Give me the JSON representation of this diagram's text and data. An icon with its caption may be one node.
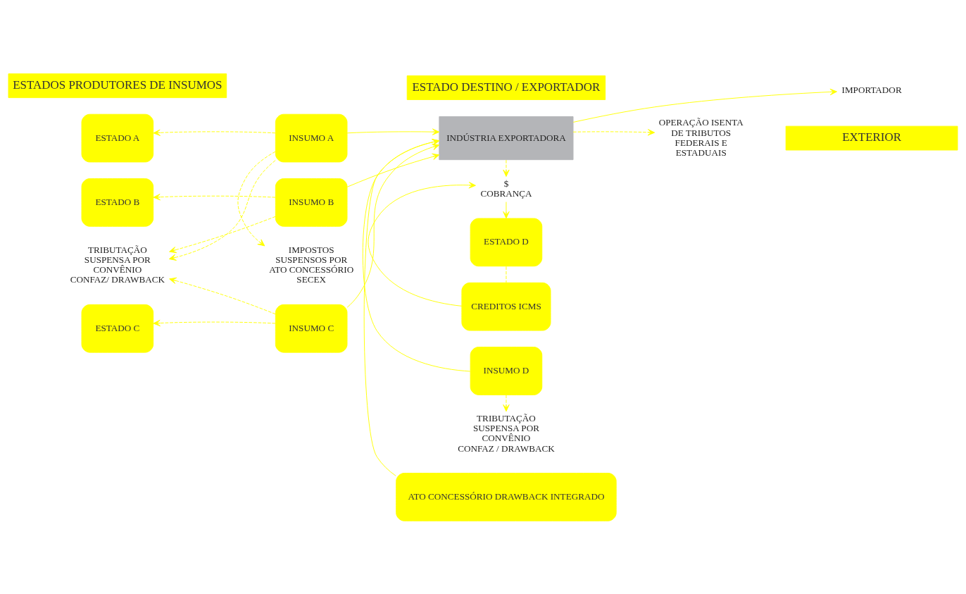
{
  "diagram": {
    "nodes": [
      {
        "text": [
          "ESTADOS PRODUTORES DE INSUMOS"
        ]
      },
      {
        "text": [
          "ESTADO DESTINO / EXPORTADOR"
        ]
      },
      {
        "text": [
          "EXTERIOR"
        ]
      },
      {
        "text": [
          "ESTADO A"
        ]
      },
      {
        "text": [
          "INSUMO A"
        ]
      },
      {
        "text": [
          "ESTADO D"
        ]
      },
      {
        "text": [
          "$",
          "COBRANÇA"
        ]
      },
      {
        "text": [
          "CREDITOS ICMS"
        ]
      },
      {
        "text": [
          "ESTADO B"
        ]
      },
      {
        "text": [
          "INSUMO B"
        ]
      },
      {
        "text": [
          "INDÚSTRIA EXPORTADORA"
        ]
      },
      {
        "text": [
          "IMPORTADOR"
        ]
      },
      {
        "text": [
          "ESTADO C"
        ]
      },
      {
        "text": [
          "INSUMO C"
        ]
      },
      {
        "text": [
          "INSUMO D"
        ]
      },
      {
        "text": [
          "ATO CONCESSÓRIO DRAWBACK INTEGRADO"
        ]
      },
      {
        "text": [
          "TRIBUTAÇÃO SUSPENSA POR CONVÊNIO CONFAZ/ DRAWBACK"
        ]
      },
      {
        "text": [
          "IMPOSTOS SUSPENSOS POR ATO CONCESSÓRIO SECEX"
        ]
      },
      {
        "text": [
          "TRIBUTAÇÃO SUSPENSA POR CONVÊNIO CONFAZ / DRAWBACK"
        ]
      },
      {
        "text": [
          "OPERAÇÃO ISENTA DE TRIBUTOS FEDERAIS E ESTADUAIS"
        ]
      }
    ],
    "edges": [
      {
        "from": 4,
        "to": 3,
        "arrow": "to",
        "style": "dashed"
      },
      {
        "from": 9,
        "to": 8,
        "arrow": "to",
        "style": "dashed"
      },
      {
        "from": 13,
        "to": 12,
        "arrow": "to",
        "style": "dashed"
      },
      {
        "from": 4,
        "to": 10,
        "arrow": "to"
      },
      {
        "from": 9,
        "to": 10,
        "arrow": "to"
      },
      {
        "from": 13,
        "to": 10,
        "arrow": "to"
      },
      {
        "from": 14,
        "to": 10,
        "arrow": "to"
      },
      {
        "from": 15,
        "to": 10,
        "arrow": "to"
      },
      {
        "from": 10,
        "to": 11,
        "arrow": "to"
      },
      {
        "from": 10,
        "to": 19,
        "arrow": "to",
        "style": "dashed"
      },
      {
        "from": 10,
        "to": 6,
        "arrow": "to",
        "style": "dashed"
      },
      {
        "from": 7,
        "to": 6,
        "arrow": "to"
      },
      {
        "from": 6,
        "to": 5,
        "arrow": "to"
      },
      {
        "from": 5,
        "to": 7,
        "arrow": "none",
        "style": "dashed"
      },
      {
        "from": 4,
        "to": 16,
        "arrow": "to",
        "style": "dashed"
      },
      {
        "from": 9,
        "to": 16,
        "arrow": "to",
        "style": "dashed"
      },
      {
        "from": 13,
        "to": 16,
        "arrow": "to",
        "style": "dashed"
      },
      {
        "from": 4,
        "to": 17,
        "arrow": "to",
        "style": "dashed"
      },
      {
        "from": 14,
        "to": 18,
        "arrow": "to",
        "style": "dashed"
      }
    ]
  }
}
